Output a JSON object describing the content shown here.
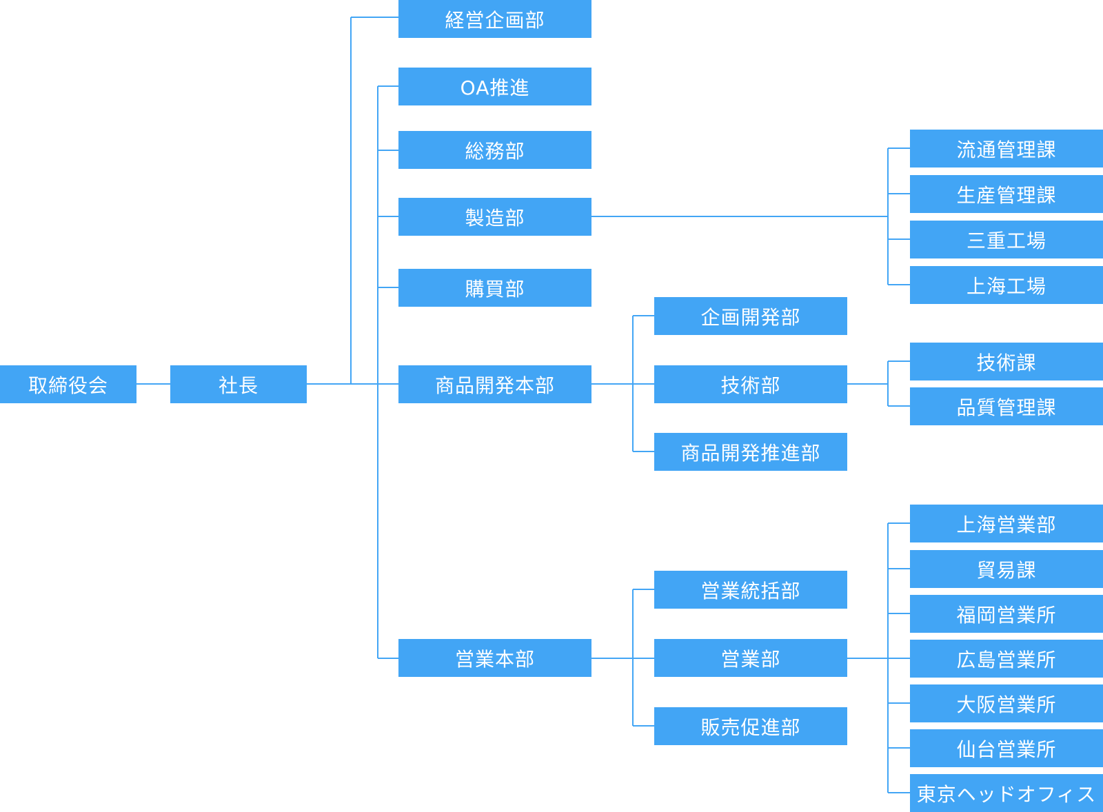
{
  "colors": {
    "box": "#42a5f5",
    "text": "#ffffff",
    "line": "#42a5f5"
  },
  "org": {
    "board": "取締役会",
    "president": "社長",
    "departments": {
      "planning": "経営企画部",
      "oa": "OA推進",
      "general_affairs": "総務部",
      "manufacturing": "製造部",
      "purchasing": "購買部",
      "product_dev_hq": "商品開発本部",
      "sales_hq": "営業本部"
    },
    "manufacturing_units": [
      "流通管理課",
      "生産管理課",
      "三重工場",
      "上海工場"
    ],
    "product_dev_units": {
      "planning_dev": "企画開発部",
      "technical": "技術部",
      "promotion": "商品開発推進部"
    },
    "technical_units": [
      "技術課",
      "品質管理課"
    ],
    "sales_units": {
      "coordination": "営業統括部",
      "sales": "営業部",
      "sales_promotion": "販売促進部"
    },
    "sales_offices": [
      "上海営業部",
      "貿易課",
      "福岡営業所",
      "広島営業所",
      "大阪営業所",
      "仙台営業所",
      "東京ヘッドオフィス"
    ]
  }
}
